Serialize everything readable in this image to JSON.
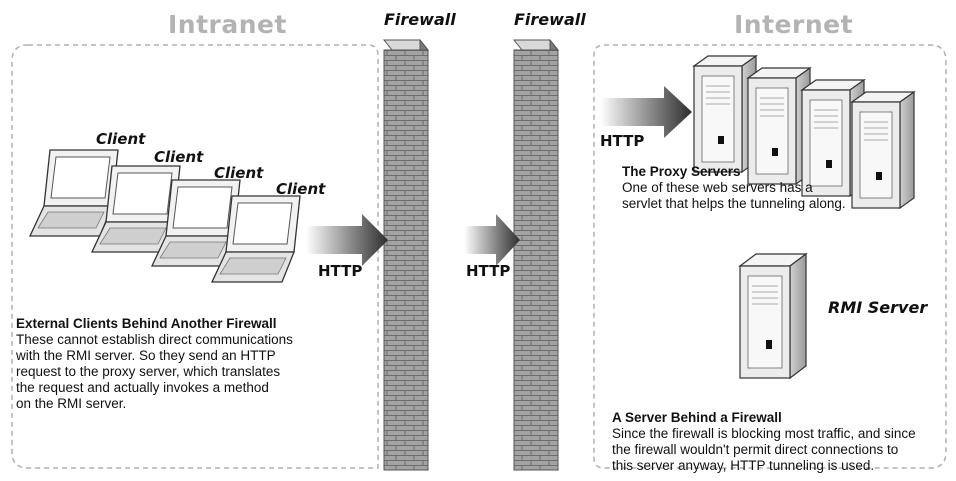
{
  "regions": {
    "intranet_title": "Intranet",
    "internet_title": "Internet"
  },
  "firewalls": {
    "left_label": "Firewall",
    "right_label": "Firewall"
  },
  "clients": {
    "labels": [
      "Client",
      "Client",
      "Client",
      "Client"
    ]
  },
  "arrows": {
    "http_left": "HTTP",
    "http_middle": "HTTP",
    "http_right": "HTTP"
  },
  "rmi_server": {
    "label": "RMI Server"
  },
  "captions": {
    "clients": {
      "title": "External Clients Behind Another Firewall",
      "lines": [
        "These cannot establish direct communications",
        "with the RMI server.  So they send an HTTP",
        "request to the proxy server, which translates",
        "the request and actually invokes a method",
        "on the RMI server."
      ]
    },
    "proxy": {
      "title": "The Proxy Servers",
      "lines": [
        "One of these web servers has a",
        "servlet that helps the tunneling along."
      ]
    },
    "server": {
      "title": "A Server Behind a Firewall",
      "lines": [
        "Since the firewall is blocking most traffic, and since",
        "the firewall wouldn't permit direct connections to",
        "this server anyway, HTTP tunneling is used."
      ]
    }
  },
  "colors": {
    "region_border": "#b0b0b0",
    "region_title": "#b3b3b3",
    "brick_fill": "#9c9c9c",
    "arrow_dark": "#333333",
    "device_light": "#ececec"
  }
}
